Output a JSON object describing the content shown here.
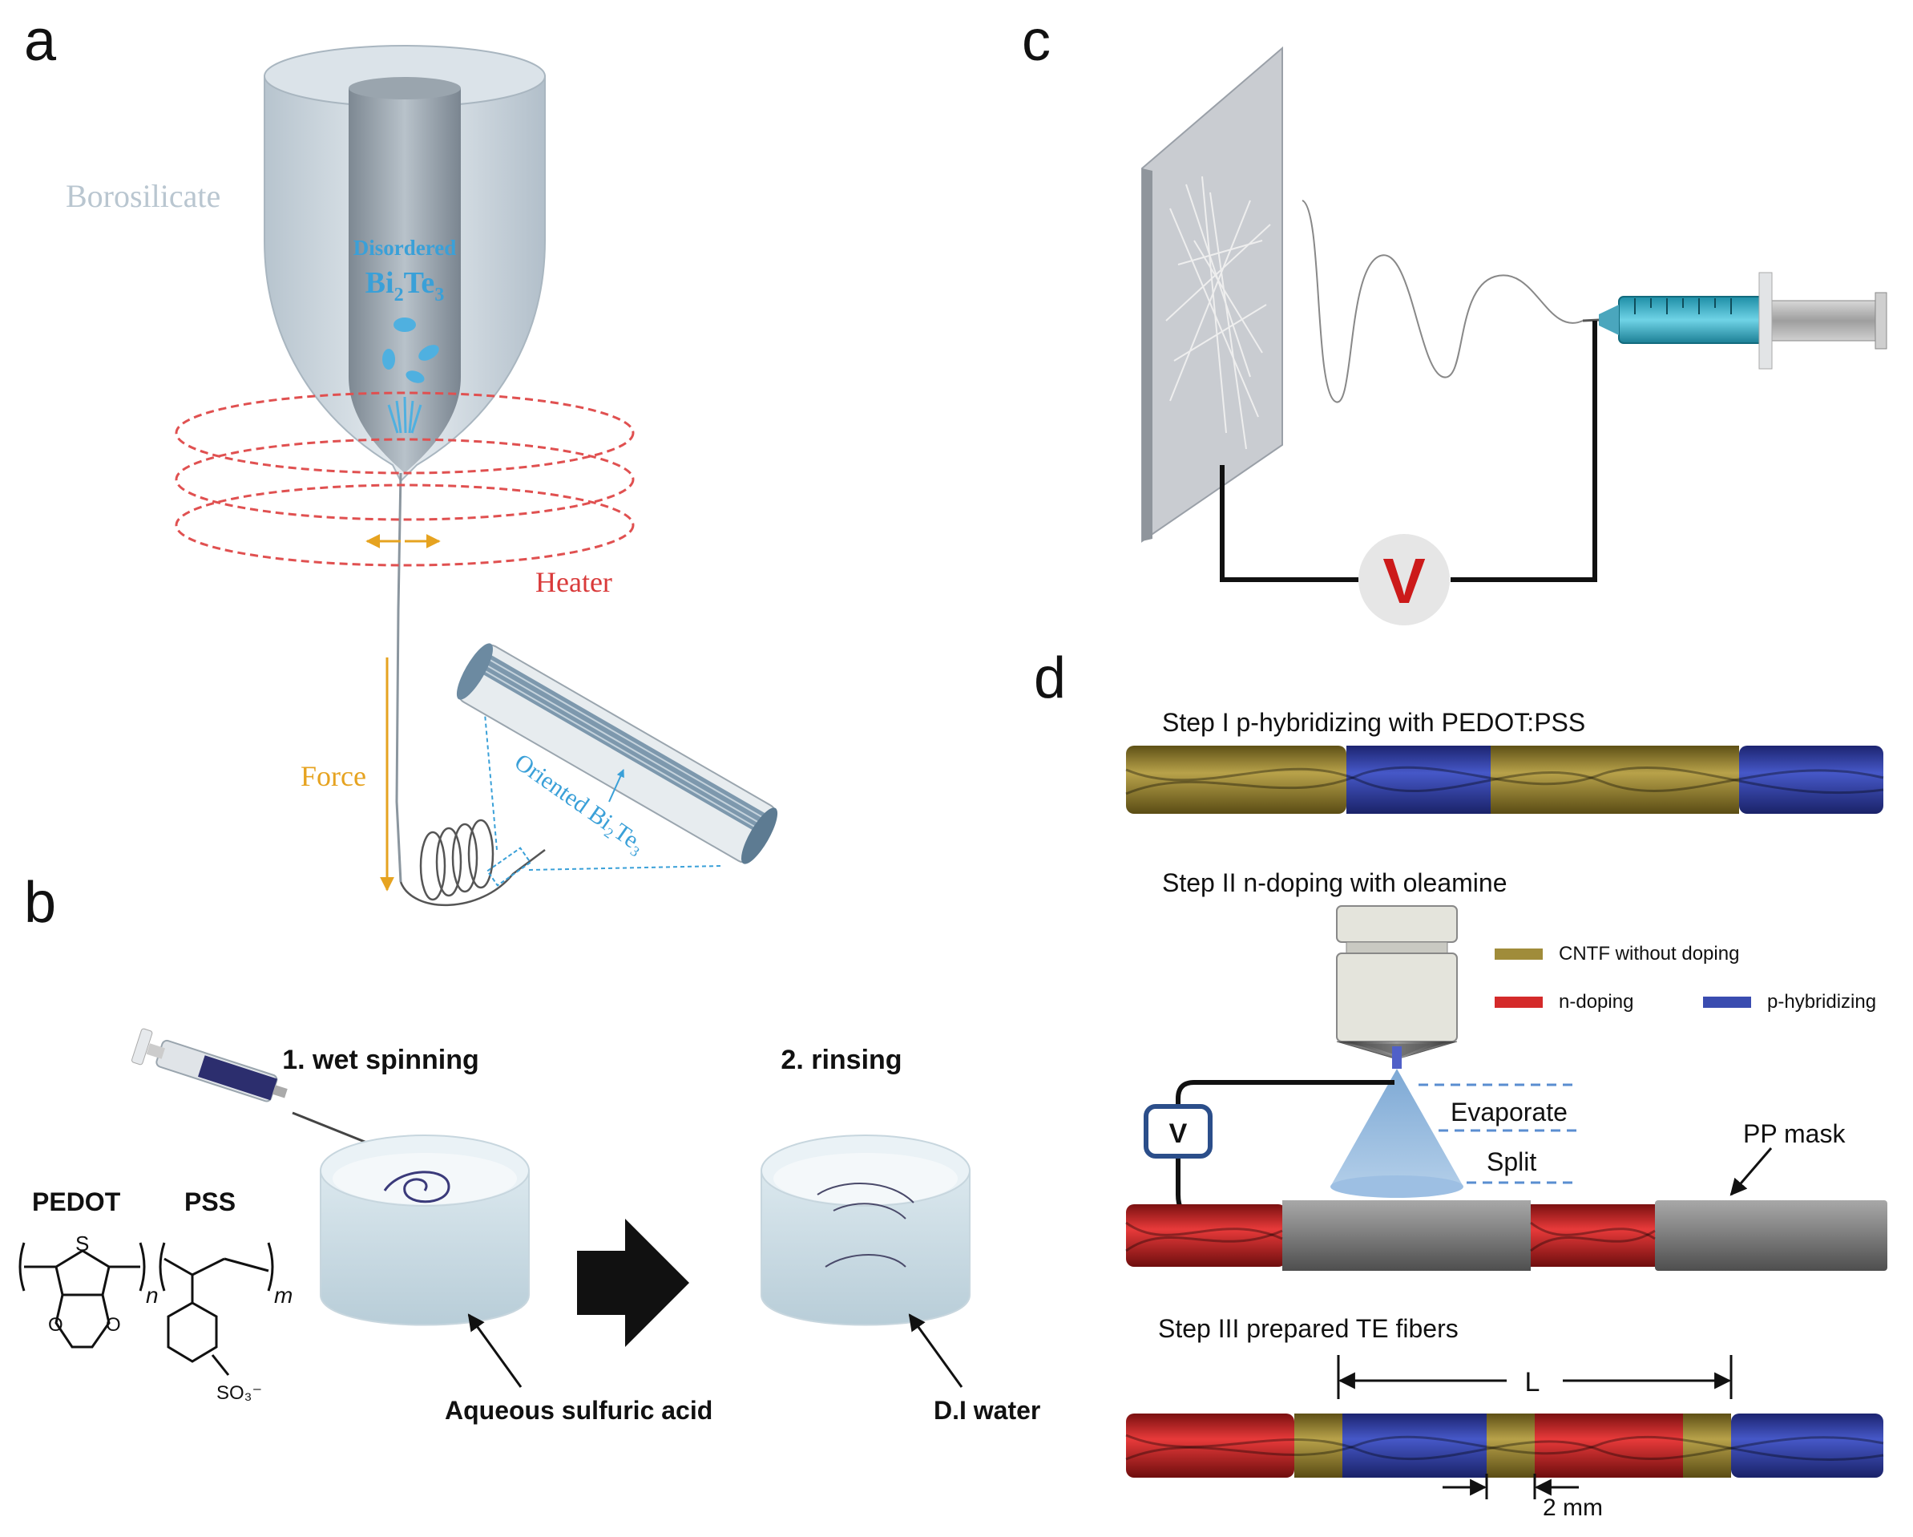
{
  "panels": {
    "a": {
      "label": "a",
      "borosilicate": "Borosilicate",
      "disordered": "Disordered",
      "bi2te3_base": "Bi",
      "bi2te3_sub1": "2",
      "bi2te3_mid": "Te",
      "bi2te3_sub2": "3",
      "heater": "Heater",
      "force": "Force",
      "oriented": "Oriented Bi₂Te₃"
    },
    "b": {
      "label": "b",
      "pedot": "PEDOT",
      "pss": "PSS",
      "n_sub": "n",
      "m_sub": "m",
      "sulfur": "S",
      "so3": "SO₃⁻",
      "step1": "1. wet spinning",
      "step2": "2. rinsing",
      "acid": "Aqueous sulfuric acid",
      "water": "D.I water"
    },
    "c": {
      "label": "c",
      "voltage": "V"
    },
    "d": {
      "label": "d",
      "step1": "Step I p-hybridizing with PEDOT:PSS",
      "step2": "Step II n-doping with oleamine",
      "step3": "Step III prepared TE fibers",
      "legend_cntf": "CNTF without doping",
      "legend_n": "n-doping",
      "legend_p": "p-hybridizing",
      "evaporate": "Evaporate",
      "split": "Split",
      "ppmask": "PP mask",
      "voltage": "V",
      "length": "L",
      "gap": "2 mm"
    }
  },
  "colors": {
    "olive": "#a08c3a",
    "blue": "#3a4cb0",
    "red": "#d42a2a",
    "heater": "#e05050",
    "force": "#e6a320",
    "text_blue": "#3aa0d8",
    "glass": "#c9d4dc"
  }
}
